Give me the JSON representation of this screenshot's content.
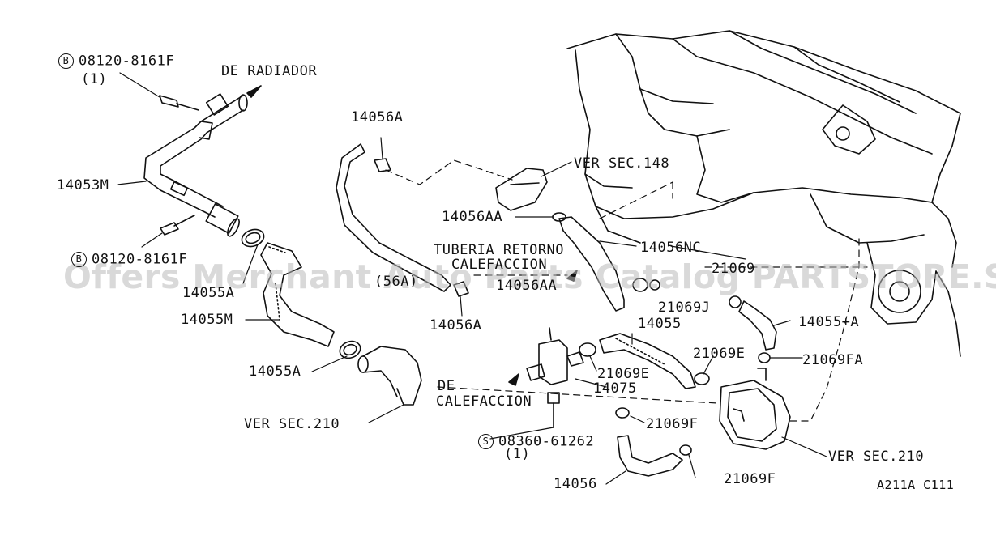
{
  "labels": {
    "bolt_top": "08120-8161F",
    "bolt_top_qty": "(1)",
    "de_radiador": "DE RADIADOR",
    "p14053m": "14053M",
    "bolt_mid": "08120-8161F",
    "p14056a_top": "14056A",
    "ver_148": "VER SEC.148",
    "p14056aa": "14056AA",
    "p14056nc": "14056NC",
    "tuberia_1": "TUBERIA RETORNO",
    "tuberia_2": "CALEFACCION",
    "p14055a_1": "14055A",
    "p14055m": "14055M",
    "p14056a_bot": "14056A",
    "p21069j": "21069J",
    "p14055": "14055",
    "p14055_a": "14055+A",
    "p21069e_1": "21069E",
    "p21069fa": "21069FA",
    "p21069e_2": "21069E",
    "p14055a_2": "14055A",
    "de_cal_1": "DE",
    "de_cal_2": "CALEFACCION",
    "p14075": "14075",
    "ver_210_left": "VER SEC.210",
    "p21069f_1": "21069F",
    "bolt_s": "08360-61262",
    "bolt_s_qty": "(1)",
    "ver_210_right": "VER SEC.210",
    "p14056": "14056",
    "p21069f_2": "21069F",
    "ref_code": "A211A C111",
    "partial_1": "(56A)",
    "partial_2": "14056AA",
    "partial_3": "21069"
  },
  "symbols": {
    "bolt": "B",
    "screw": "S"
  },
  "watermark": "Offers Merchant Auto Parts Catalog PARTSTORE.SA",
  "colors": {
    "line": "#111111",
    "watermark": "#b9b9b9"
  }
}
